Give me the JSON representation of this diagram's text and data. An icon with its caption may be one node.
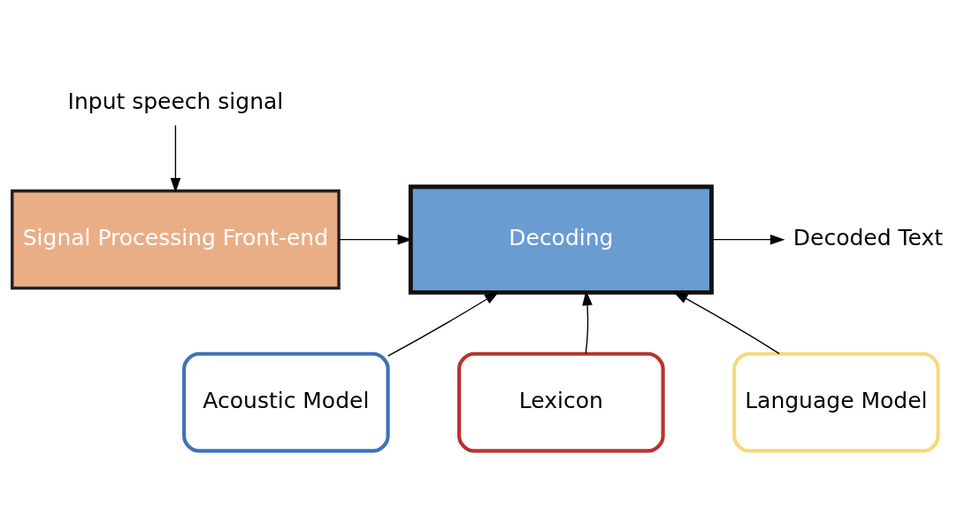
{
  "diagram": {
    "nodes": [
      {
        "text": [
          "Input speech signal"
        ]
      },
      {
        "text": [
          "Signal Processing Front-end"
        ]
      },
      {
        "text": [
          "Decoding"
        ]
      },
      {
        "text": [
          "Decoded Text"
        ]
      },
      {
        "text": [
          "Acoustic Model"
        ]
      },
      {
        "text": [
          "Lexicon"
        ]
      },
      {
        "text": [
          "Language Model"
        ]
      }
    ],
    "edges": [
      {
        "from": 0,
        "to": 1,
        "arrow": "to"
      },
      {
        "from": 1,
        "to": 2,
        "arrow": "to"
      },
      {
        "from": 2,
        "to": 3,
        "arrow": "to"
      },
      {
        "from": 4,
        "to": 2,
        "arrow": "to"
      },
      {
        "from": 5,
        "to": 2,
        "arrow": "to"
      },
      {
        "from": 6,
        "to": 2,
        "arrow": "to"
      }
    ]
  }
}
